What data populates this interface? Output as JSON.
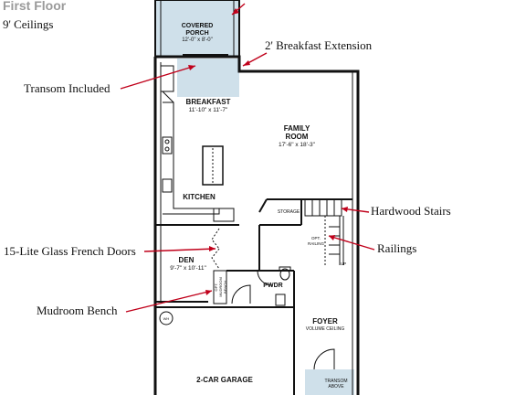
{
  "header": {
    "floor_title": "First Floor",
    "ceilings": "9' Ceilings"
  },
  "annotations": {
    "breakfast_extension": "2' Breakfast Extension",
    "transom_included": "Transom Included",
    "hardwood_stairs": "Hardwood Stairs",
    "railings": "Railings",
    "french_doors": "15-Lite Glass French Doors",
    "mudroom_bench": "Mudroom Bench"
  },
  "rooms": {
    "covered_porch": {
      "name_line1": "COVERED",
      "name_line2": "PORCH",
      "dims": "12'-0\" x 8'-0\""
    },
    "breakfast": {
      "name": "BREAKFAST",
      "dims": "11'-10\" x 11'-7\""
    },
    "family_room": {
      "name_line1": "FAMILY",
      "name_line2": "ROOM",
      "dims": "17'-6\" x 18'-3\""
    },
    "kitchen": {
      "name": "KITCHEN"
    },
    "storage": {
      "name": "STORAGE"
    },
    "den": {
      "name": "DEN",
      "dims": "9'-7\" x 10'-11\""
    },
    "pwdr": {
      "name": "PWDR"
    },
    "foyer": {
      "name": "FOYER",
      "note": "VOLUME CEILING"
    },
    "garage": {
      "name": "2-CAR GARAGE"
    },
    "transom_above": {
      "line1": "TRANSOM",
      "line2": "ABOVE"
    }
  },
  "fixtures": {
    "wh": "WH",
    "opt_railing_1": "OPT.",
    "opt_railing_2": "RAILING",
    "up": "UP",
    "mudroom_bench_1": "OPT.",
    "mudroom_bench_2": "MUDROOM",
    "mudroom_bench_3": "BENCH"
  },
  "colors": {
    "annotation_arrow": "#c0001a",
    "porch_fill": "#cfe0ea",
    "wall": "#111111"
  }
}
